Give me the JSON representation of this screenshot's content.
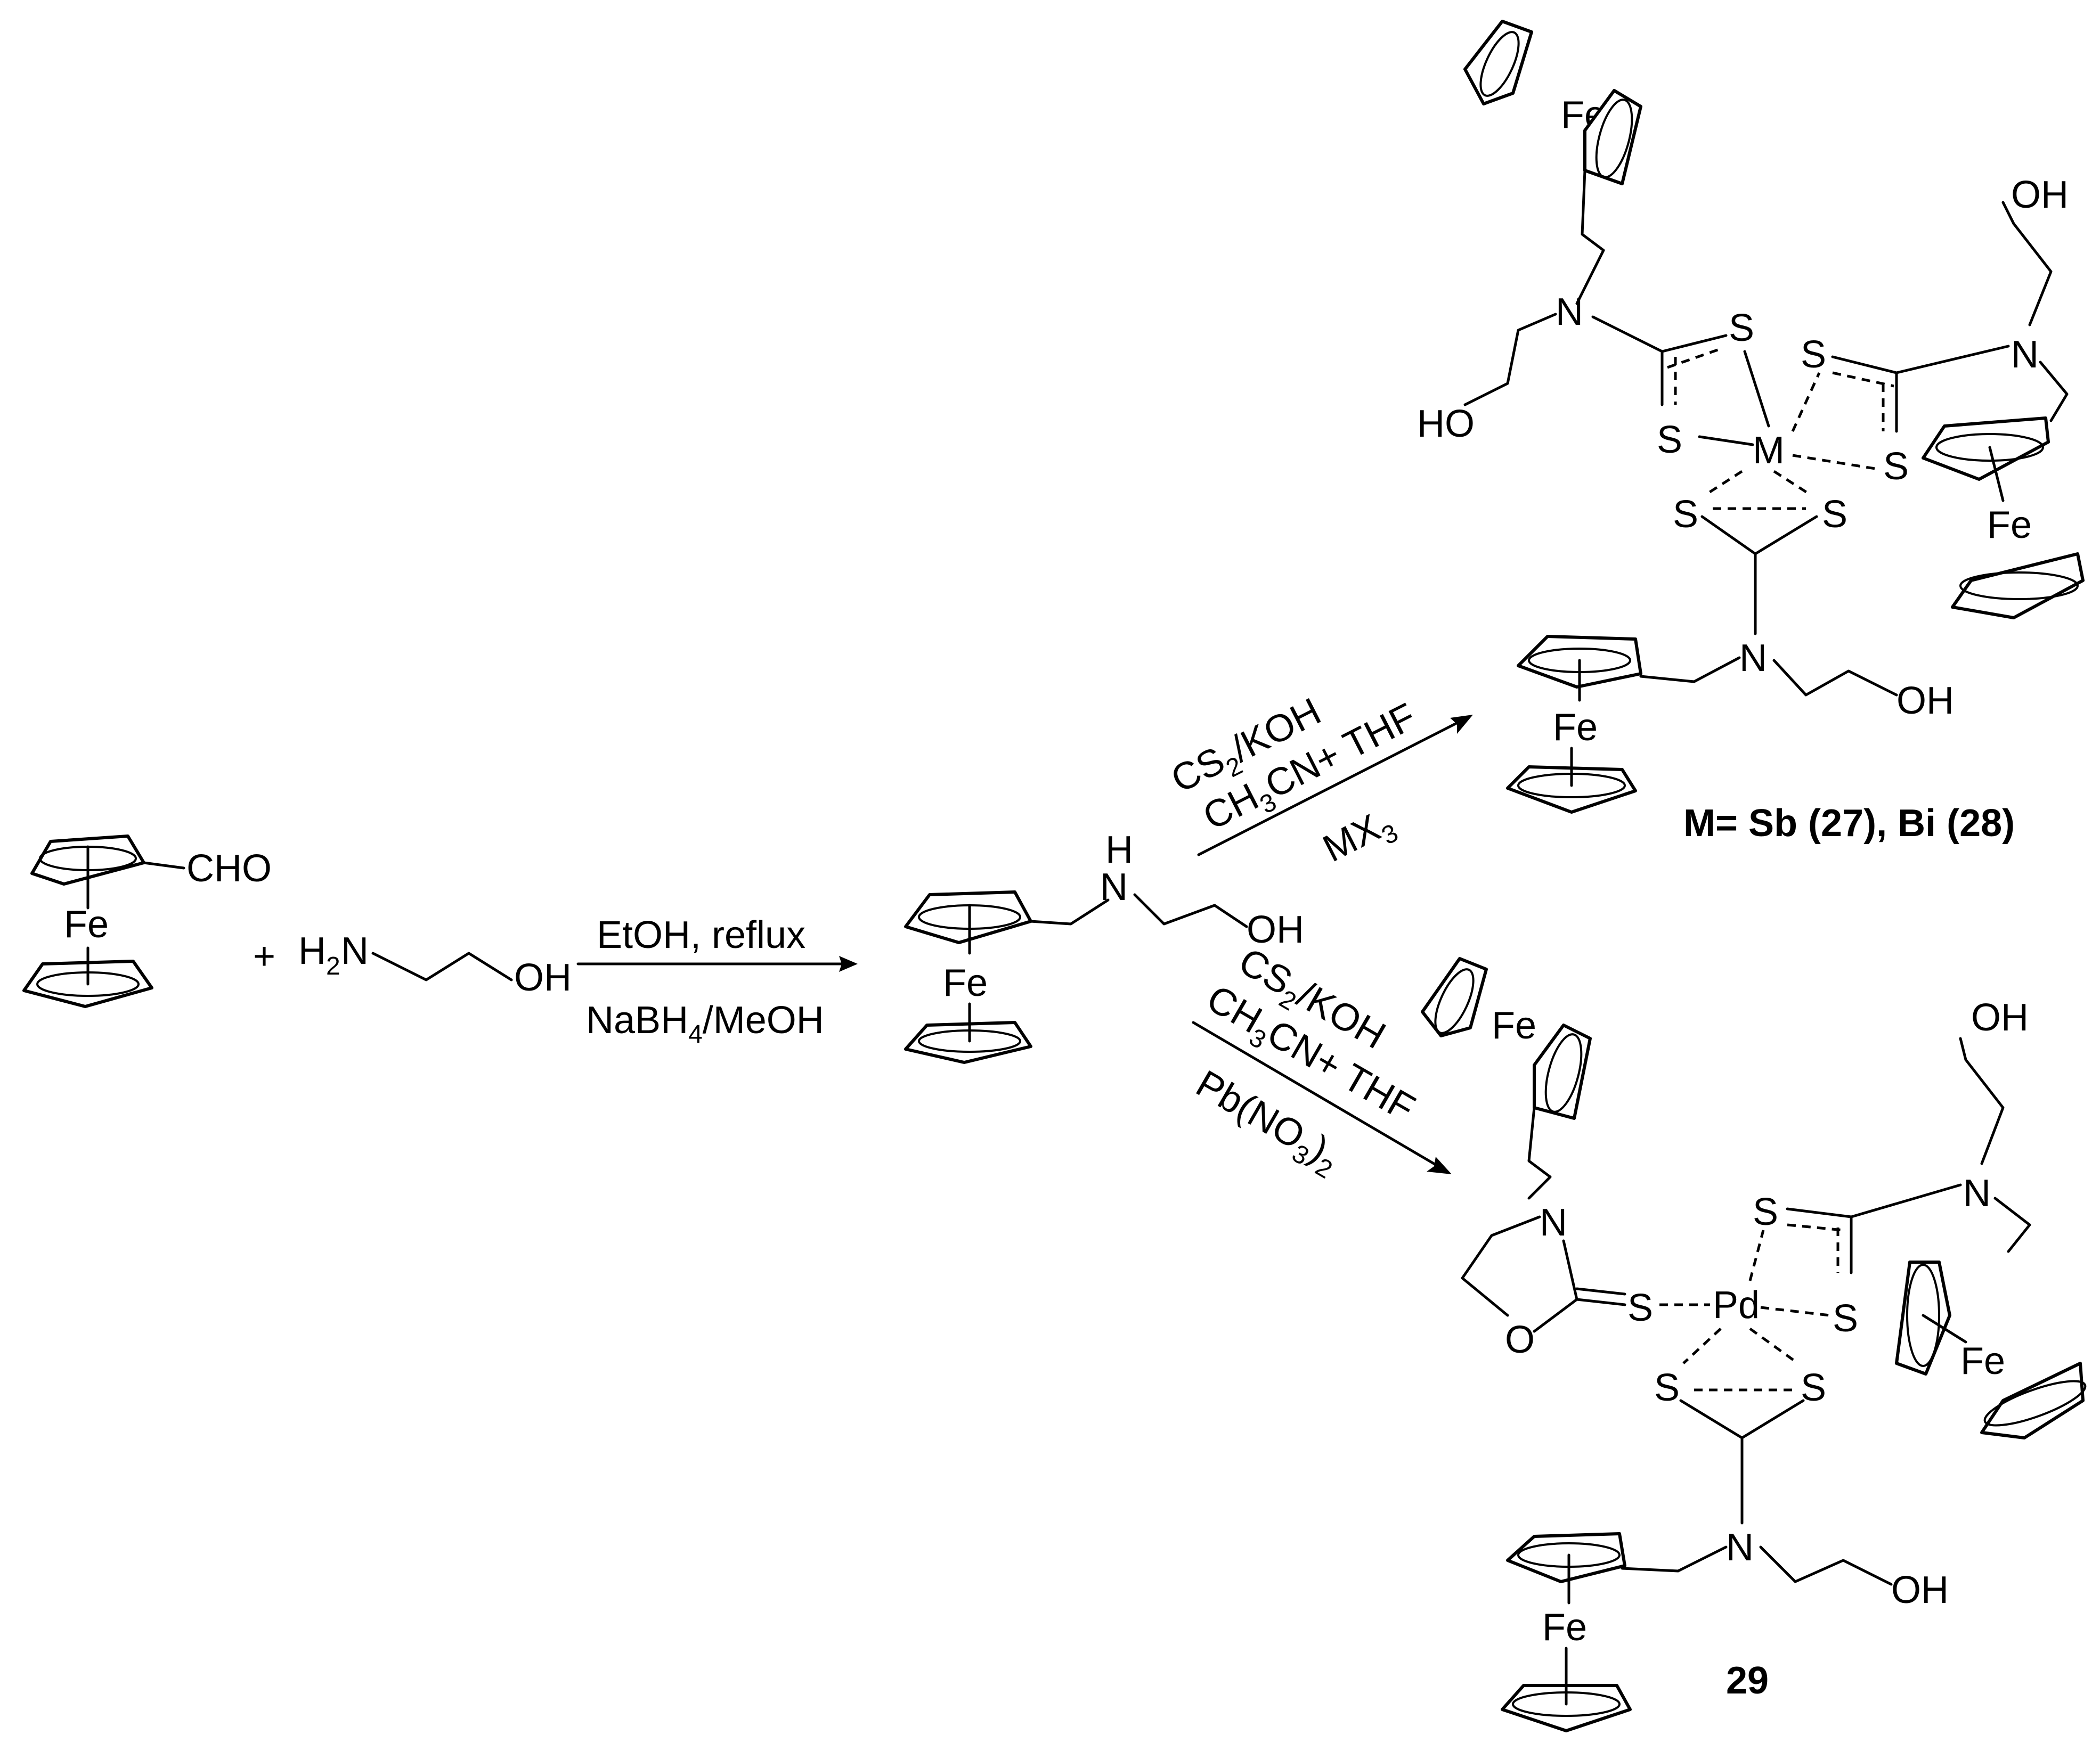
{
  "figure": {
    "reactant_aldehyde": {
      "substituent": "CHO",
      "metal": "Fe"
    },
    "plus": "+",
    "amine": {
      "h2": "H",
      "sub2": "2",
      "n": "N",
      "oh": "OH"
    },
    "step1": {
      "top": "EtOH, reflux",
      "bottom_a": "NaBH",
      "bottom_sub": "4",
      "bottom_b": "/MeOH"
    },
    "intermediate": {
      "h": "H",
      "n": "N",
      "oh": "OH",
      "metal": "Fe"
    },
    "upper_conditions": {
      "l1_a": "CS",
      "l1_sub": "2",
      "l1_b": "/KOH",
      "l2_a": "CH",
      "l2_sub": "3",
      "l2_b": "CN+ THF",
      "l3_a": "MX",
      "l3_sub": "3"
    },
    "lower_conditions": {
      "l1_a": "CS",
      "l1_sub": "2",
      "l1_b": "/KOH",
      "l2_a": "CH",
      "l2_sub": "3",
      "l2_b": "CN+ THF",
      "l3_a": "Pb(NO",
      "l3_sub": "3",
      "l3_b": ")",
      "l3_sub2": "2"
    },
    "product_upper": {
      "center": "M",
      "s": "S",
      "n": "N",
      "oh": "OH",
      "ho": "HO",
      "fe": "Fe",
      "caption": "M= Sb (27), Bi (28)"
    },
    "product_lower": {
      "center": "Pd",
      "s": "S",
      "n": "N",
      "o": "O",
      "oh": "OH",
      "fe": "Fe",
      "caption": "29"
    }
  }
}
